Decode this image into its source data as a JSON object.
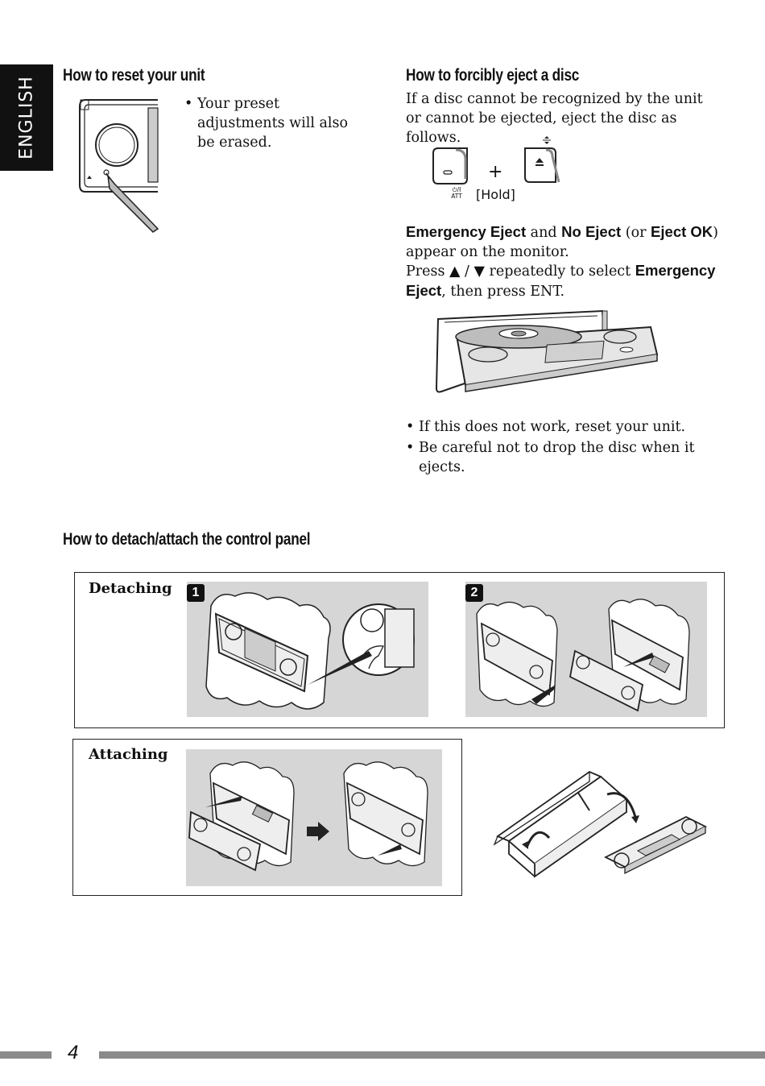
{
  "side_tab": {
    "label": "ENGLISH"
  },
  "reset": {
    "heading": "How to reset your unit",
    "bullets": [
      "Your preset adjustments will also be erased."
    ]
  },
  "eject": {
    "heading": "How to forcibly eject a disc",
    "intro": "If a disc cannot be recognized by the unit or cannot be ejected, eject the disc as follows.",
    "key_power_label": "⏻/I ATT",
    "hold_label": "[Hold]",
    "plus": "+",
    "para1": {
      "b1": "Emergency Eject",
      "t1": " and ",
      "b2": "No Eject",
      "t2": " (or ",
      "b3": "Eject OK",
      "t3": ") appear on the monitor."
    },
    "para2": {
      "t1": "Press ▲ / ▼ repeatedly to select ",
      "b1": "Emergency Eject",
      "t2": ", then press ENT."
    },
    "bullets": [
      "If this does not work, reset your unit.",
      "Be careful not to drop the disc when it ejects."
    ]
  },
  "panel": {
    "heading": "How to detach/attach the control panel",
    "detaching_label": "Detaching",
    "attaching_label": "Attaching",
    "step1": "1",
    "step2": "2"
  },
  "footer": {
    "page_number": "4"
  }
}
